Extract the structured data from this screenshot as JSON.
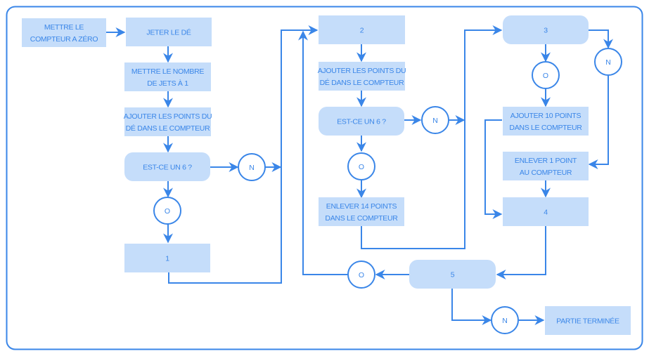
{
  "colors": {
    "box_fill": "#c5ddfa",
    "line": "#3a86e8",
    "text": "#3a86e8",
    "background": "#ffffff"
  },
  "nodes": {
    "reset": {
      "lines": [
        "METTRE LE",
        "COMPTEUR A ZÉRO"
      ]
    },
    "roll": {
      "lines": [
        "JETER LE DÉ"
      ]
    },
    "set_rolls": {
      "lines": [
        "METTRE LE NOMBRE",
        "DE JETS À 1"
      ]
    },
    "add_points_1": {
      "lines": [
        "AJOUTER LES POINTS DU",
        "DÉ DANS LE COMPTEUR"
      ]
    },
    "is_six_1": {
      "lines": [
        "EST-CE UN 6 ?"
      ]
    },
    "no_1": {
      "label": "N"
    },
    "yes_1": {
      "label": "O"
    },
    "step_1": {
      "lines": [
        "1"
      ]
    },
    "step_2": {
      "lines": [
        "2"
      ]
    },
    "add_points_2": {
      "lines": [
        "AJOUTER LES POINTS DU",
        "DÉ DANS LE COMPTEUR"
      ]
    },
    "is_six_2": {
      "lines": [
        "EST-CE UN 6 ?"
      ]
    },
    "no_2": {
      "label": "N"
    },
    "yes_2": {
      "label": "O"
    },
    "remove_14": {
      "lines": [
        "ENLEVER 14 POINTS",
        "DANS LE COMPTEUR"
      ]
    },
    "step_3": {
      "lines": [
        "3"
      ]
    },
    "yes_3": {
      "label": "O"
    },
    "no_3": {
      "label": "N"
    },
    "add_10": {
      "lines": [
        "AJOUTER 10 POINTS",
        "DANS LE COMPTEUR"
      ]
    },
    "remove_1": {
      "lines": [
        "ENLEVER 1 POINT",
        "AU COMPTEUR"
      ]
    },
    "step_4": {
      "lines": [
        "4"
      ]
    },
    "step_5": {
      "lines": [
        "5"
      ]
    },
    "yes_5": {
      "label": "O"
    },
    "no_5": {
      "label": "N"
    },
    "game_over": {
      "lines": [
        "PARTIE TERMINÉE"
      ]
    }
  }
}
